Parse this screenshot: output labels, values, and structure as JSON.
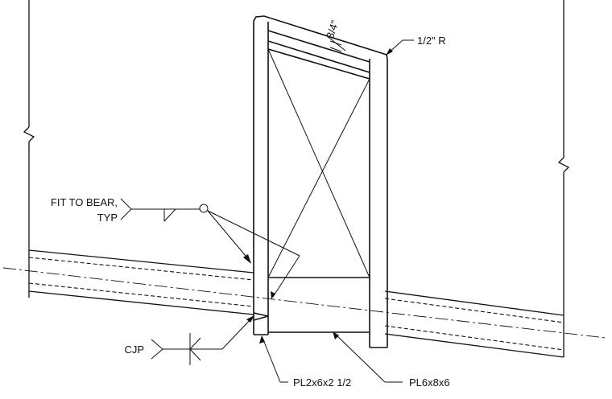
{
  "labels": {
    "dim_three_quarter": "3/4\"",
    "radius": "1/2\" R",
    "fit_to_bear_line1": "FIT TO BEAR,",
    "fit_to_bear_line2": "TYP",
    "cjp": "CJP",
    "plate_small": "PL2x6x2 1/2",
    "plate_large": "PL6x8x6"
  }
}
